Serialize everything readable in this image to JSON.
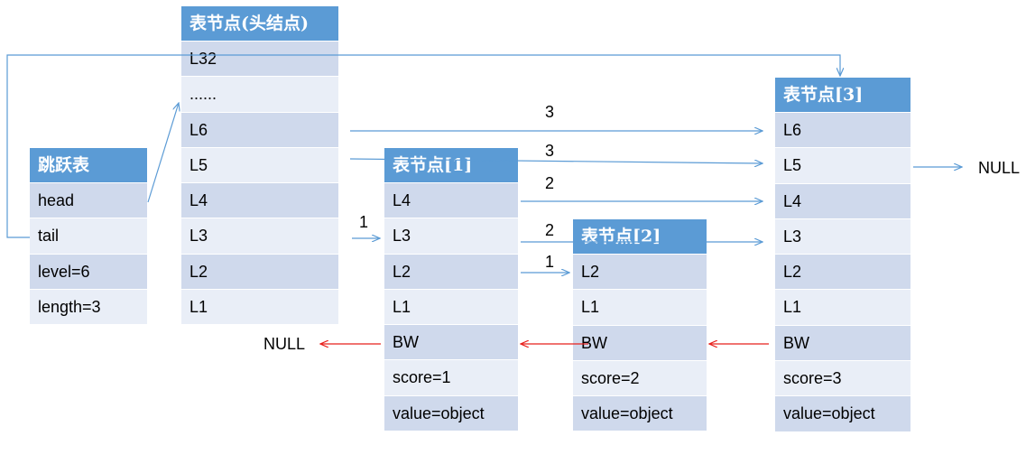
{
  "skiplist": {
    "title": "跳跃表",
    "rows": [
      "head",
      "tail",
      "level=6",
      "length=3"
    ]
  },
  "head_node": {
    "title": "表节点(头结点)",
    "rows": [
      "L32",
      "......",
      "L6",
      "L5",
      "L4",
      "L3",
      "L2",
      "L1"
    ]
  },
  "node1": {
    "title": "表节点[1]",
    "rows": [
      "L4",
      "L3",
      "L2",
      "L1",
      "BW",
      "score=1",
      "value=object"
    ]
  },
  "node2": {
    "title": "表节点[2]",
    "rows": [
      "L2",
      "L1",
      "BW",
      "score=2",
      "value=object"
    ]
  },
  "node3": {
    "title": "表节点[3]",
    "rows": [
      "L6",
      "L5",
      "L4",
      "L3",
      "L2",
      "L1",
      "BW",
      "score=3",
      "value=object"
    ]
  },
  "labels": {
    "null_right": "NULL",
    "null_left": "NULL",
    "span_l6": "3",
    "span_l5": "3",
    "span_n1_l4": "2",
    "span_n1_l3": "2",
    "span_n1_l2": "1",
    "span_head_l3": "1"
  },
  "colors": {
    "header": "#5b9bd5",
    "row_dark": "#cfd9ec",
    "row_light": "#e9eef7",
    "forward_arrow": "#5b9bd5",
    "backward_arrow": "#e8201c"
  }
}
